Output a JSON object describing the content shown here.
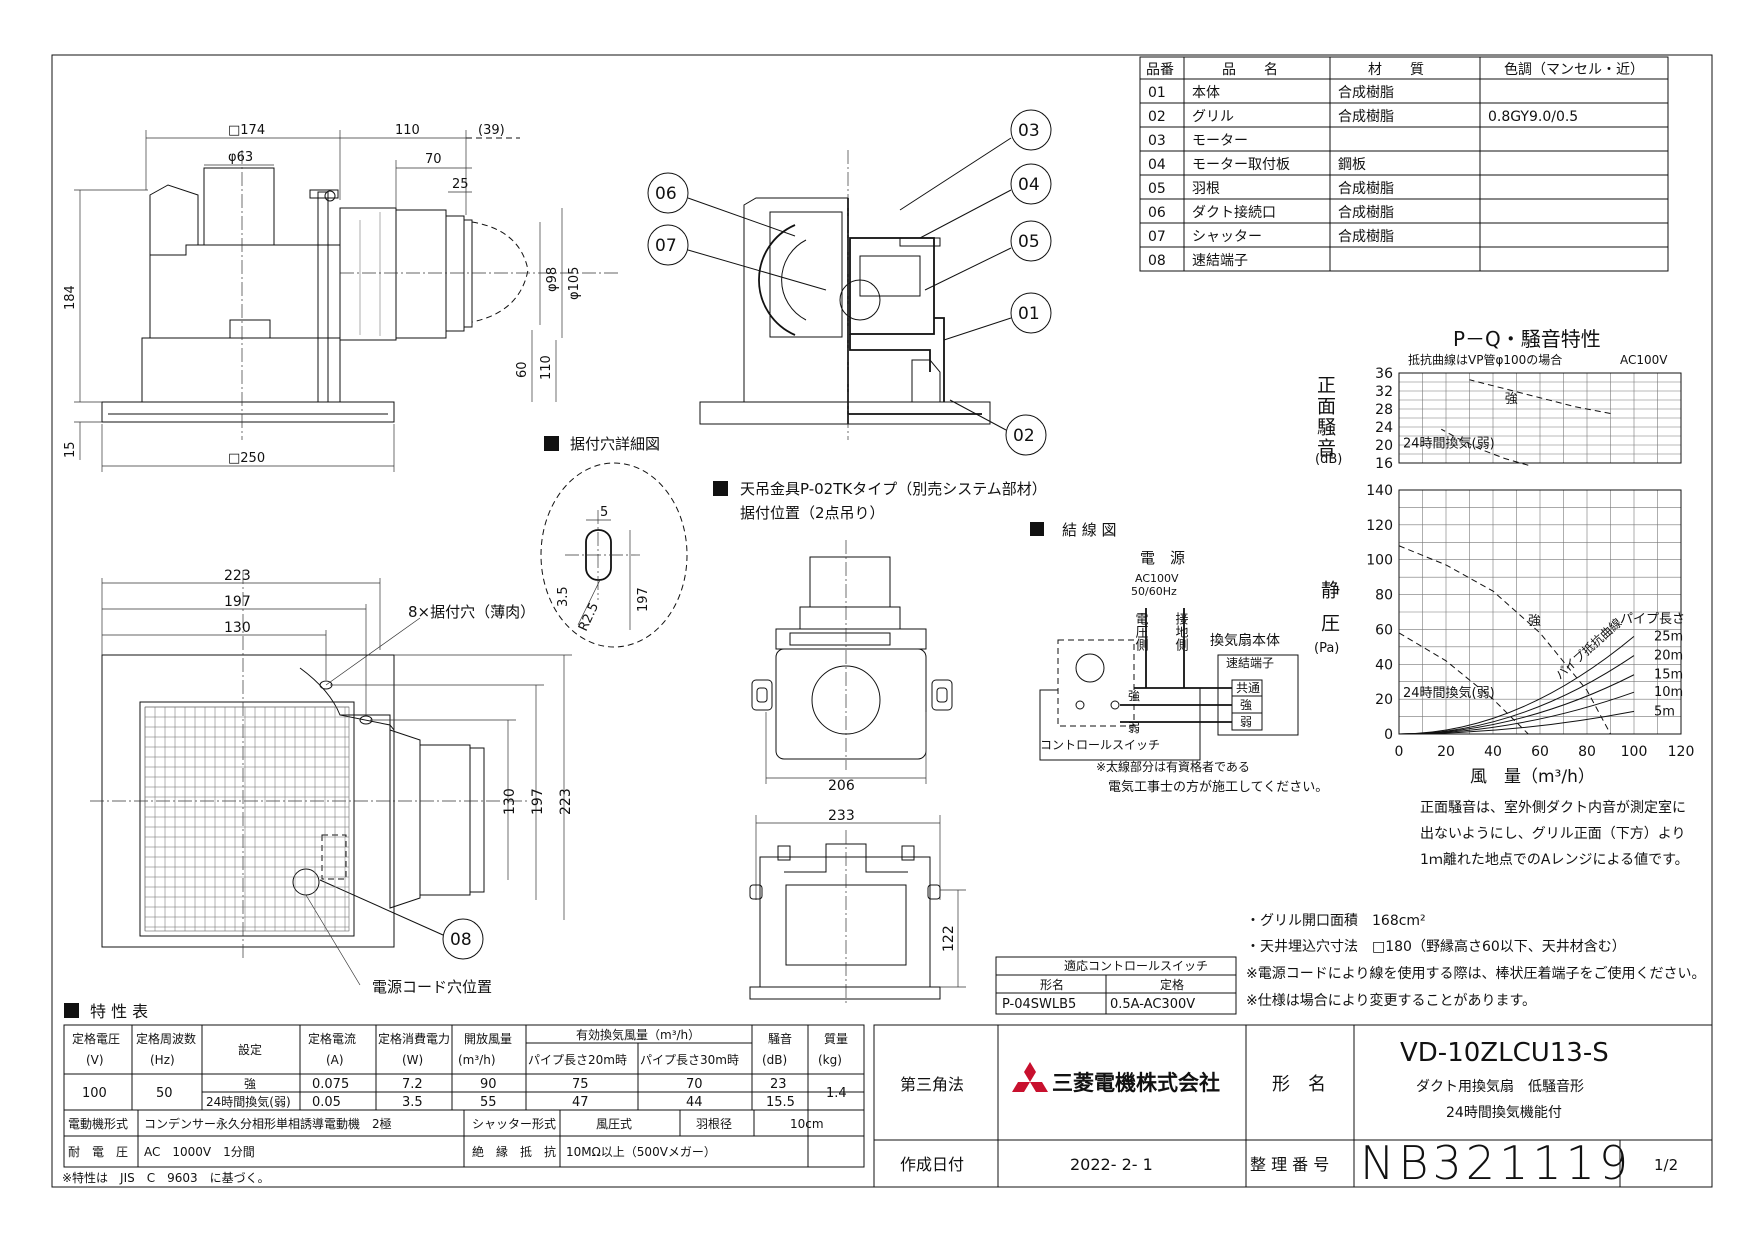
{
  "dims": {
    "top_sq174": "□174",
    "top_phi63": "φ63",
    "top_110": "110",
    "top_39": "(39)",
    "top_70": "70",
    "top_25": "25",
    "top_184": "184",
    "top_phi98": "φ98",
    "top_phi105": "φ105",
    "top_60": "60",
    "top_110v": "110",
    "top_15": "15",
    "top_sq250": "□250",
    "bot_223": "223",
    "bot_197": "197",
    "bot_130": "130",
    "bot_130v": "130",
    "bot_197v": "197",
    "bot_223v": "223",
    "mount_holes": "8×据付穴（薄肉）",
    "power_cord_hole": "電源コード穴位置",
    "hanger_206": "206",
    "hanger_233": "233",
    "hanger_122": "122",
    "detail_5": "5",
    "detail_35": "3.5",
    "detail_r25": "R2.5",
    "detail_197": "197"
  },
  "balloons": [
    "03",
    "04",
    "05",
    "06",
    "07",
    "01",
    "02",
    "08"
  ],
  "section_titles": {
    "mount_detail": "据付穴詳細図",
    "hanger_line1": "天吊金具P-02TKタイプ（別売システム部材）",
    "hanger_line2": "据付位置（2点吊り）",
    "wiring": "結 線 図"
  },
  "parts_table": {
    "headers": [
      "品番",
      "品　　名",
      "材　　質",
      "色調（マンセル・近）"
    ],
    "rows": [
      [
        "01",
        "本体",
        "合成樹脂",
        ""
      ],
      [
        "02",
        "グリル",
        "合成樹脂",
        "0.8GY9.0/0.5"
      ],
      [
        "03",
        "モーター",
        "",
        ""
      ],
      [
        "04",
        "モーター取付板",
        "鋼板",
        ""
      ],
      [
        "05",
        "羽根",
        "合成樹脂",
        ""
      ],
      [
        "06",
        "ダクト接続口",
        "合成樹脂",
        ""
      ],
      [
        "07",
        "シャッター",
        "合成樹脂",
        ""
      ],
      [
        "08",
        "速結端子",
        "",
        ""
      ]
    ]
  },
  "wiring": {
    "power": "電　源",
    "voltage": "AC100V",
    "freq": "50/60Hz",
    "voltage_side": "電圧側",
    "ground_side": "接地側",
    "body": "換気扇本体",
    "terminal": "速結端子",
    "common": "共通",
    "strong": "強",
    "weak": "弱",
    "switch": "コントロールスイッチ",
    "note1": "※太線部分は有資格者である",
    "note2": "電気工事士の方が施工してください。"
  },
  "chart_data": [
    {
      "type": "line",
      "title": "P－Q・騒音特性",
      "subtitle": "抵抗曲線はVP管φ100の場合",
      "supply": "AC100V",
      "ylabel": "正面騒音",
      "yunit": "(dB)",
      "ylim": [
        16,
        36
      ],
      "yticks": [
        16,
        20,
        24,
        28,
        32,
        36
      ],
      "xlim": [
        0,
        120
      ],
      "series": [
        {
          "name": "強",
          "x": [
            90,
            75,
            60,
            45,
            30
          ],
          "y": [
            27,
            28.5,
            30.5,
            32.5,
            34.5
          ]
        },
        {
          "name": "24時間換気(弱)",
          "x": [
            55,
            45,
            35,
            25,
            18
          ],
          "y": [
            15.5,
            17,
            19,
            21.5,
            23.5
          ]
        }
      ]
    },
    {
      "type": "line",
      "ylabel": "静圧",
      "yunit": "(Pa)",
      "xlabel": "風　量（m³/h）",
      "xlim": [
        0,
        120
      ],
      "xticks": [
        0,
        20,
        40,
        60,
        80,
        100,
        120
      ],
      "ylim": [
        0,
        140
      ],
      "yticks": [
        0,
        20,
        40,
        60,
        80,
        100,
        120,
        140
      ],
      "series": [
        {
          "name": "強",
          "x": [
            0,
            20,
            40,
            60,
            80,
            90
          ],
          "y": [
            108,
            97,
            82,
            58,
            25,
            0
          ]
        },
        {
          "name": "24時間換気(弱)",
          "x": [
            0,
            20,
            40,
            55
          ],
          "y": [
            58,
            42,
            20,
            0
          ]
        }
      ],
      "resistance_label": "パイプ抵抗曲線",
      "pipe_length_label": "パイプ長さ",
      "resistance_curves": [
        {
          "name": "25m",
          "x": [
            0,
            50,
            100
          ],
          "y": [
            0,
            14,
            56
          ]
        },
        {
          "name": "20m",
          "x": [
            0,
            50,
            100
          ],
          "y": [
            0,
            11,
            45
          ]
        },
        {
          "name": "15m",
          "x": [
            0,
            50,
            100
          ],
          "y": [
            0,
            8.5,
            34
          ]
        },
        {
          "name": "10m",
          "x": [
            0,
            50,
            100
          ],
          "y": [
            0,
            6,
            24
          ]
        },
        {
          "name": "5m",
          "x": [
            0,
            50,
            100
          ],
          "y": [
            0,
            3.3,
            13
          ]
        }
      ]
    }
  ],
  "noise_note": [
    "正面騒音は、室外側ダクト内音が測定室に",
    "出ないようにし、グリル正面（下方）より",
    "1ｍ離れた地点でのAレンジによる値です。"
  ],
  "notes": [
    "・グリル開口面積　168cm²",
    "・天井埋込穴寸法　□180（野縁高さ60以下、天井材含む）",
    "※電源コードにより線を使用する際は、棒状圧着端子をご使用ください。",
    "※仕様は場合により変更することがあります。"
  ],
  "switch_table": {
    "title": "適応コントロールスイッチ",
    "col1": "形名",
    "col2": "定格",
    "model": "P-04SWLB5",
    "rating": "0.5A-AC300V"
  },
  "spec": {
    "title": "特 性 表",
    "h_voltage": "定格電圧",
    "h_voltage_u": "(V)",
    "h_freq": "定格周波数",
    "h_freq_u": "(Hz)",
    "h_setting": "設定",
    "h_current": "定格電流",
    "h_current_u": "(A)",
    "h_power": "定格消費電力",
    "h_power_u": "(W)",
    "h_open": "開放風量",
    "h_open_u": "(m³/h)",
    "h_eff": "有効換気風量（m³/h）",
    "h_p20": "パイプ長さ20m時",
    "h_p30": "パイプ長さ30m時",
    "h_noise": "騒音",
    "h_noise_u": "(dB)",
    "h_mass": "質量",
    "h_mass_u": "(kg)",
    "voltage": "100",
    "freq": "50",
    "rows": [
      {
        "setting": "強",
        "current": "0.075",
        "power": "7.2",
        "open": "90",
        "p20": "75",
        "p30": "70",
        "noise": "23"
      },
      {
        "setting": "24時間換気(弱)",
        "current": "0.05",
        "power": "3.5",
        "open": "55",
        "p20": "47",
        "p30": "44",
        "noise": "15.5"
      }
    ],
    "mass": "1.4",
    "motor_label": "電動機形式",
    "motor": "コンデンサー永久分相形単相誘導電動機　2極",
    "shutter_label": "シャッター形式",
    "shutter": "風圧式",
    "blade_label": "羽根径",
    "blade": "10cm",
    "withstand_label": "耐　電　圧",
    "withstand": "AC　1000V　1分間",
    "insulation_label": "絶　縁　抵　抗",
    "insulation": "10MΩ以上（500Vメガー）",
    "footnote": "※特性は　JIS　C　9603　に基づく。"
  },
  "title_block": {
    "projection": "第三角法",
    "company": "三菱電機株式会社",
    "model_label": "形　名",
    "model": "VD-10ZLCU13-S",
    "desc1": "ダクト用換気扇　低騒音形",
    "desc2": "24時間換気機能付",
    "date_label": "作成日付",
    "date": "2022- 2- 1",
    "ref_label": "整 理 番 号",
    "ref": "NB321119",
    "page": "1/2",
    "brand_color": "#c8102e"
  }
}
